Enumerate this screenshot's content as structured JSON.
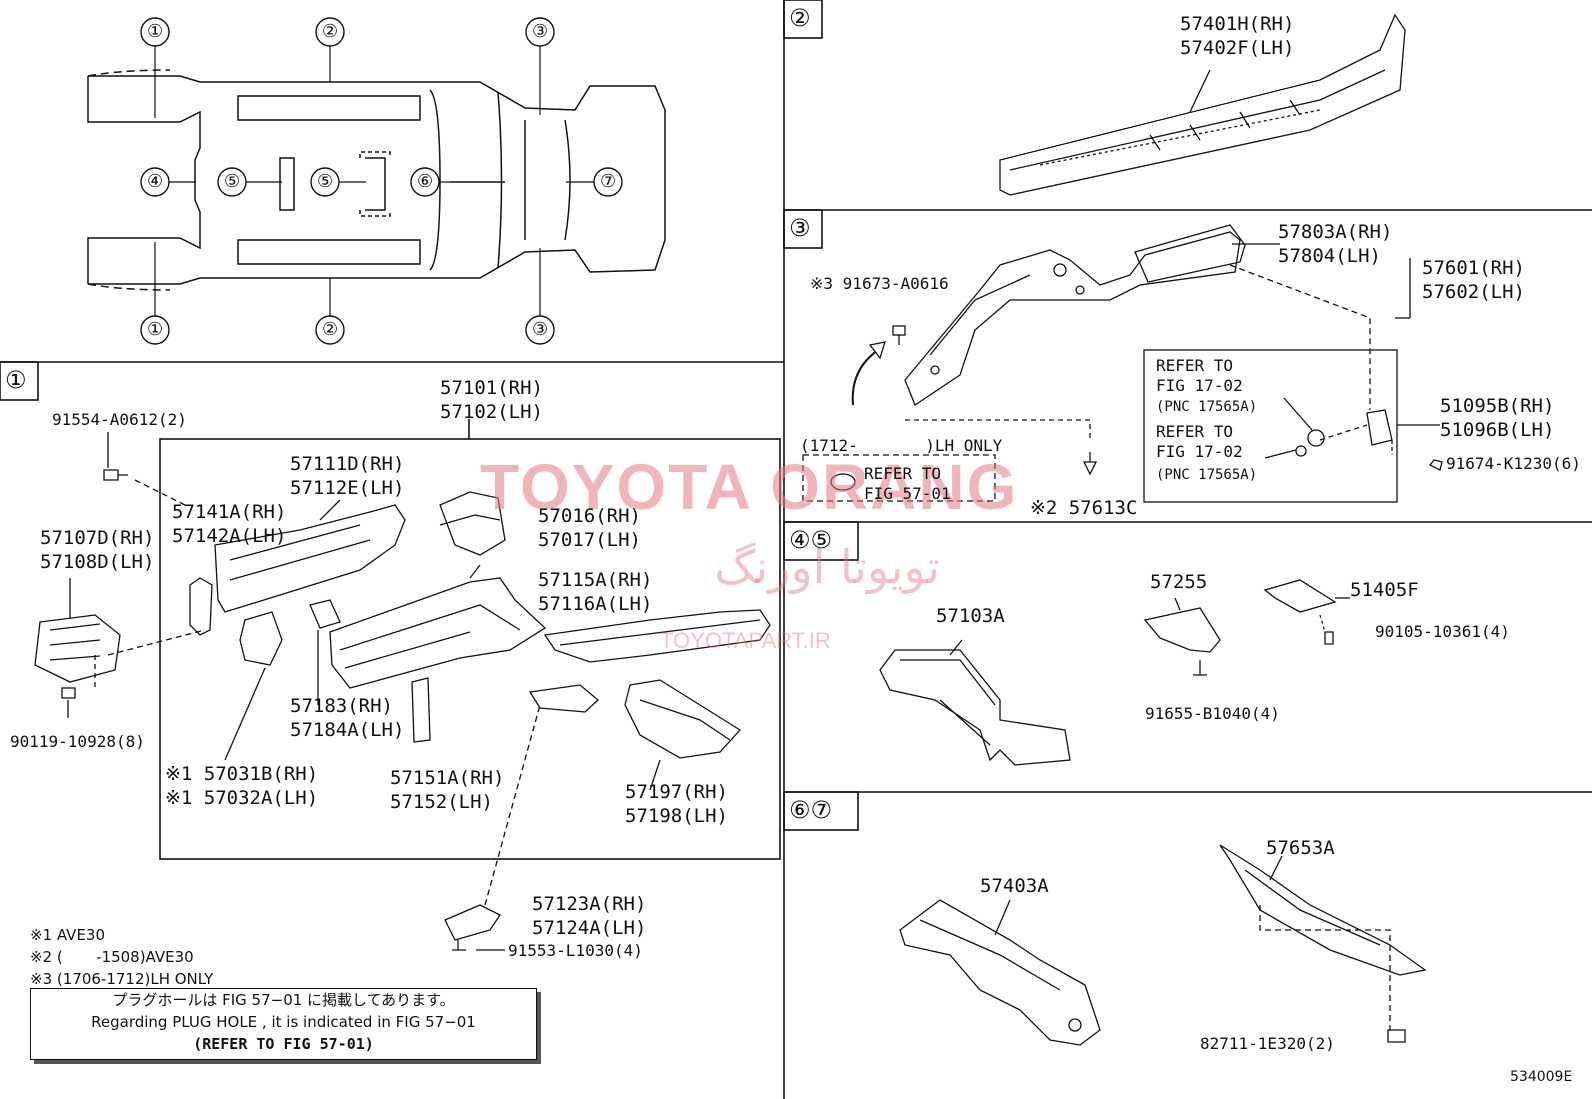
{
  "sections": {
    "s2": "②",
    "s3": "③",
    "s45": "④⑤",
    "s67": "⑥⑦",
    "s1": "①"
  },
  "overview": {
    "top_callouts": [
      "①",
      "②",
      "③"
    ],
    "mid_callouts": [
      "④",
      "⑤",
      "⑤",
      "⑥",
      "⑦"
    ],
    "bottom_callouts": [
      "①",
      "②",
      "③"
    ]
  },
  "section1": {
    "parts": {
      "p57101": "57101(RH)\n57102(LH)",
      "p91554": "91554-A0612(2)",
      "p57111": "57111D(RH)\n57112E(LH)",
      "p57141": "57141A(RH)\n57142A(LH)",
      "p57107": "57107D(RH)\n57108D(LH)",
      "p57016": "57016(RH)\n57017(LH)",
      "p57115": "57115A(RH)\n57116A(LH)",
      "p57183": "57183(RH)\n57184A(LH)",
      "p90119": "90119-10928(8)",
      "p57031": "※1 57031B(RH)\n※1 57032A(LH)",
      "p57151": "57151A(RH)\n57152(LH)",
      "p57197": "57197(RH)\n57198(LH)",
      "p57123": "57123A(RH)\n57124A(LH)",
      "p91553": "91553-L1030(4)"
    },
    "notes": [
      "※1 AVE30",
      "※2 (       -1508)AVE30",
      "※3 (1706-1712)LH ONLY"
    ],
    "plug_note": {
      "line1": "プラグホールは FIG 57−01 に掲載してあります。",
      "line2": "Regarding  PLUG  HOLE , it is indicated in  FIG  57−01",
      "line3": "(REFER TO FIG 57-01)"
    }
  },
  "section2": {
    "p57401": "57401H(RH)\n57402F(LH)"
  },
  "section3": {
    "p57803": "57803A(RH)\n57804(LH)",
    "p57601": "57601(RH)\n57602(LH)",
    "p391673": "※3 91673-A0616",
    "lh_only": "(1712-       )LH ONLY",
    "refer_5701": "REFER TO\nFIG 57-01",
    "p57613": "※2 57613C",
    "refer_a": "REFER TO\nFIG 17-02",
    "refer_a_pnc": "(PNC 17565A)",
    "refer_b": "REFER TO\nFIG 17-02",
    "refer_b_pnc": "(PNC 17565A)",
    "p51095": "51095B(RH)\n51096B(LH)",
    "p91674": "91674-K1230(6)"
  },
  "section45": {
    "p57103": "57103A",
    "p57255": "57255",
    "p51405": "51405F",
    "p90105": "90105-10361(4)",
    "p91655": "91655-B1040(4)"
  },
  "section67": {
    "p57403": "57403A",
    "p57653": "57653A",
    "p82711": "82711-1E320(2)"
  },
  "figure_id": "534009E",
  "watermark": {
    "line1": "TOYOTA ORANG",
    "line2": "تویوتا اورنگ",
    "line3": "TOYOTAPART.IR"
  },
  "colors": {
    "ink": "#111111",
    "watermark": "#e27882"
  }
}
